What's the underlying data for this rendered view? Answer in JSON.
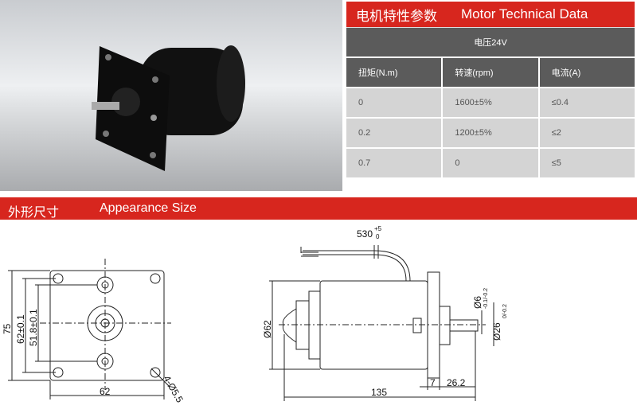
{
  "table": {
    "title_cn": "电机特性参数",
    "title_en": "Motor Technical Data",
    "voltage": "电压24V",
    "columns": [
      "扭矩(N.m)",
      "转速(rpm)",
      "电流(A)"
    ],
    "rows": [
      [
        "0",
        "1600±5%",
        "≤0.4"
      ],
      [
        "0.2",
        "1200±5%",
        "≤2"
      ],
      [
        "0.7",
        "0",
        "≤5"
      ]
    ]
  },
  "section": {
    "title_cn": "外形尺寸",
    "title_en": "Appearance Size"
  },
  "front_view": {
    "dim_height": "75",
    "dim_hole_v": "62±0.1",
    "dim_inner": "51.8±0.1",
    "dim_width": "62",
    "holes": "4-Ø5.5"
  },
  "side_view": {
    "lead": "530",
    "lead_tol_up": "+5",
    "lead_tol_low": "0",
    "dia_body": "Ø62",
    "dia_shaft": "Ø6",
    "dia_shaft_tol": "-0.1/-0.2",
    "dia_boss": "Ø26",
    "dia_boss_tol": "0/-0.2",
    "len_total": "135",
    "len_flange": "7",
    "len_shaft": "26.2"
  },
  "colors": {
    "accent": "#d7261e",
    "header_grey": "#5b5b5b",
    "cell_grey": "#d4d4d4"
  }
}
